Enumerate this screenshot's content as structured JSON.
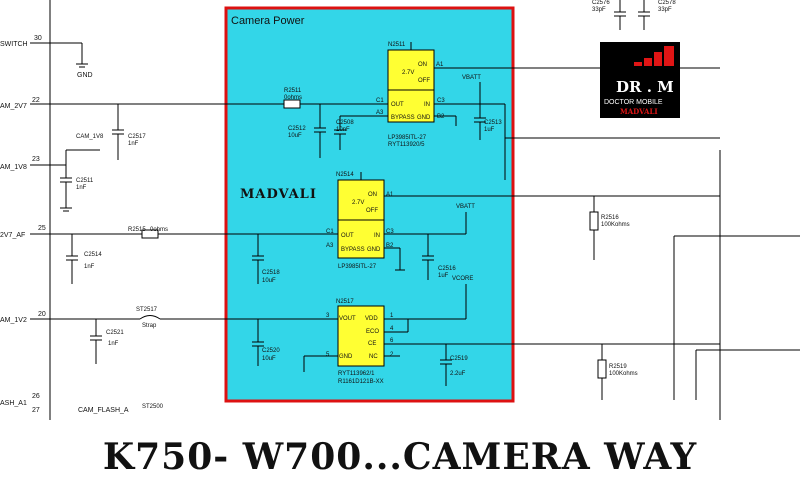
{
  "header": {
    "camera_power": "Camera Power"
  },
  "watermark": {
    "madvali_left": "MADVALI"
  },
  "logo": {
    "line1": "DR . M",
    "line2": "DOCTOR MOBILE",
    "line3": "MADVALI"
  },
  "caption": "K750- W700...CAMERA WAY",
  "pins": [
    {
      "net": "SWITCH",
      "num": "30"
    },
    {
      "net": "AM_2V7",
      "num": "22"
    },
    {
      "net": "AM_1V8",
      "num": "23"
    },
    {
      "net": "2V7_AF",
      "num": "25"
    },
    {
      "net": "AM_1V2",
      "num": "20"
    },
    {
      "net": "ASH_A1",
      "num": "26"
    },
    {
      "net": "",
      "num": "27"
    }
  ],
  "labels": {
    "gnd": "GND",
    "cam_1v8": "CAM_1V8",
    "cam_flash_a": "CAM_FLASH_A",
    "vbatt1": "VBATT",
    "vbatt2": "VBATT",
    "vcore": "VCORE",
    "strap": "Strap"
  },
  "chips": {
    "n2511": {
      "ref": "N2511",
      "on": "ON",
      "off": "OFF",
      "volt": "2.7V",
      "out": "OUT",
      "inp": "IN",
      "bypass": "BYPASS",
      "gnd": "GND",
      "p_a1": "A1",
      "p_c1": "C1",
      "p_c3": "C3",
      "p_a3": "A3",
      "p_b2": "B2",
      "part": "LP3985ITL-27",
      "part2": "RYT113920/5"
    },
    "n2514": {
      "ref": "N2514",
      "on": "ON",
      "off": "OFF",
      "volt": "2.7V",
      "out": "OUT",
      "inp": "IN",
      "bypass": "BYPASS",
      "gnd": "GND",
      "p_a1": "A1",
      "p_c1": "C1",
      "p_c3": "C3",
      "p_a3": "A3",
      "p_b2": "B2",
      "part": "LP3985ITL-27"
    },
    "n2517": {
      "ref": "N2517",
      "vout": "VOUT",
      "vdd": "VDD",
      "eco": "ECO",
      "ce": "CE",
      "gnd": "GND",
      "nc": "NC",
      "p3": "3",
      "p1": "1",
      "p4": "4",
      "p6": "6",
      "p5": "5",
      "p2": "2",
      "part": "RYT113962/1",
      "part2": "R1161D121B-XX"
    }
  },
  "components": {
    "r2511": {
      "ref": "R2511",
      "val": "0ohms"
    },
    "r2515": {
      "ref": "R2515",
      "val": "0ohms"
    },
    "r2516": {
      "ref": "R2516",
      "val": "100Kohms"
    },
    "r2519": {
      "ref": "R2519",
      "val": "100Kohms"
    },
    "c2517": {
      "ref": "C2517",
      "val": "1nF"
    },
    "c2511": {
      "ref": "C2511",
      "val": "1nF"
    },
    "c2514": {
      "ref": "C2514",
      "val": "1nF"
    },
    "c2521": {
      "ref": "C2521",
      "val": "1nF"
    },
    "c2512": {
      "ref": "C2512",
      "val": "10uF"
    },
    "c2508": {
      "ref": "C2508",
      "val": "10nF"
    },
    "c2513": {
      "ref": "C2513",
      "val": "1uF"
    },
    "c2518": {
      "ref": "C2518",
      "val": "10uF"
    },
    "c2516": {
      "ref": "C2516",
      "val": "1uF"
    },
    "c2520": {
      "ref": "C2520",
      "val": "10uF"
    },
    "c2519": {
      "ref": "C2519",
      "val": "2.2uF"
    },
    "c2576": {
      "ref": "C2576",
      "val": "33pF"
    },
    "c2578": {
      "ref": "C2578",
      "val": "33pF"
    },
    "st2517": {
      "ref": "ST2517"
    },
    "st2500": {
      "ref": "ST2500"
    }
  },
  "colors": {
    "panel": "#33d6e8",
    "border": "#dd1111",
    "chip": "#ffff33",
    "logo_bg": "#000000",
    "logo_red": "#e01515"
  }
}
